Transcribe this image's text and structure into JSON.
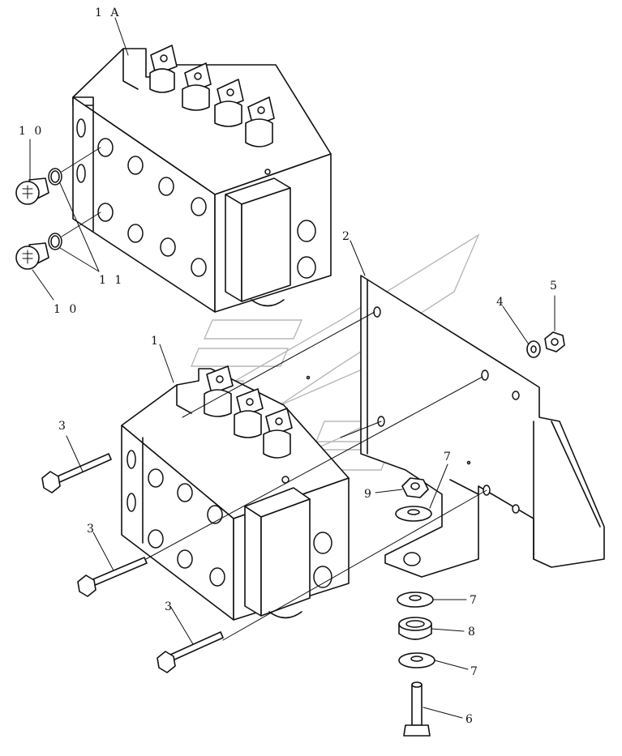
{
  "callouts": {
    "p1A": "1 A",
    "p1": "1",
    "p2": "2",
    "p3a": "3",
    "p3b": "3",
    "p3c": "3",
    "p4": "4",
    "p5": "5",
    "p6": "6",
    "p7a": "7",
    "p7b": "7",
    "p7c": "7",
    "p8": "8",
    "p9": "9",
    "p10a": "1 0",
    "p10b": "1 0",
    "p11": "1 1"
  },
  "icons": {
    "watermark": "brand-watermark-icon"
  }
}
